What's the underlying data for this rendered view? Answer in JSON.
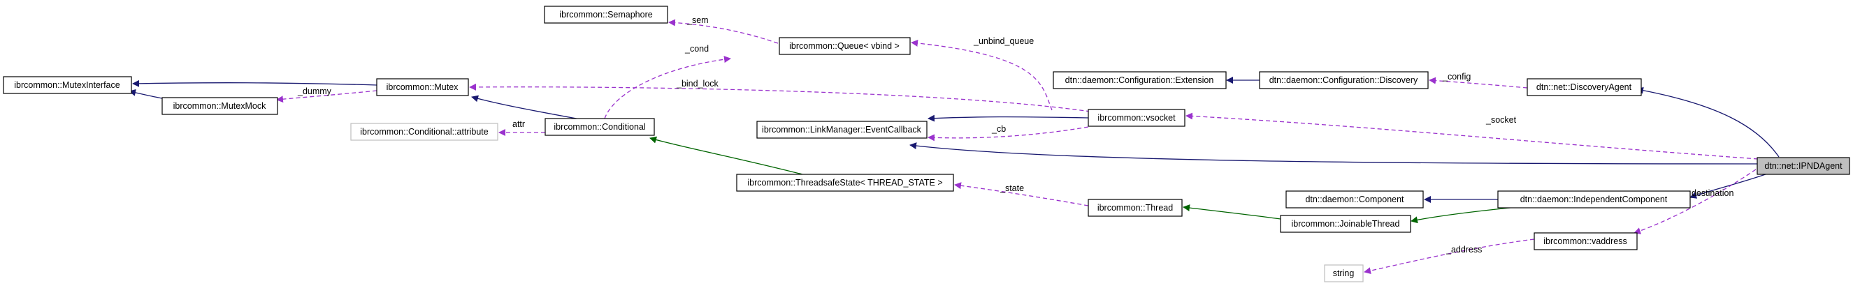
{
  "nodes": {
    "semaphore": "ibrcommon::Semaphore",
    "queue": "ibrcommon::Queue< vbind >",
    "mutex_interface": "ibrcommon::MutexInterface",
    "mutex": "ibrcommon::Mutex",
    "mutex_mock": "ibrcommon::MutexMock",
    "conditional_attribute": "ibrcommon::Conditional::attribute",
    "conditional": "ibrcommon::Conditional",
    "event_callback": "ibrcommon::LinkManager::EventCallback",
    "vsocket": "ibrcommon::vsocket",
    "extension": "dtn::daemon::Configuration::Extension",
    "discovery": "dtn::daemon::Configuration::Discovery",
    "discovery_agent": "dtn::net::DiscoveryAgent",
    "ipnd_agent": "dtn::net::IPNDAgent",
    "threadsafe_state": "ibrcommon::ThreadsafeState< THREAD_STATE >",
    "thread": "ibrcommon::Thread",
    "component": "dtn::daemon::Component",
    "independent_component": "dtn::daemon::IndependentComponent",
    "joinable_thread": "ibrcommon::JoinableThread",
    "vaddress": "ibrcommon::vaddress",
    "string": "string"
  },
  "edge_labels": {
    "sem": "_sem",
    "cond": "_cond",
    "unbind_queue": "_unbind_queue",
    "dummy": "_dummy",
    "bind_lock": "_bind_lock",
    "attr": "attr",
    "cb": "_cb",
    "config": "_config",
    "socket": "_socket",
    "state": "_state",
    "destination": "_destination",
    "address": "_address"
  },
  "colors": {
    "inheritance": "#191970",
    "public_inheritance_thread": "#006400",
    "usage": "#9a32cd",
    "current_node_fill": "#bfbfbf",
    "undocumented_border": "#bfbfbf"
  }
}
